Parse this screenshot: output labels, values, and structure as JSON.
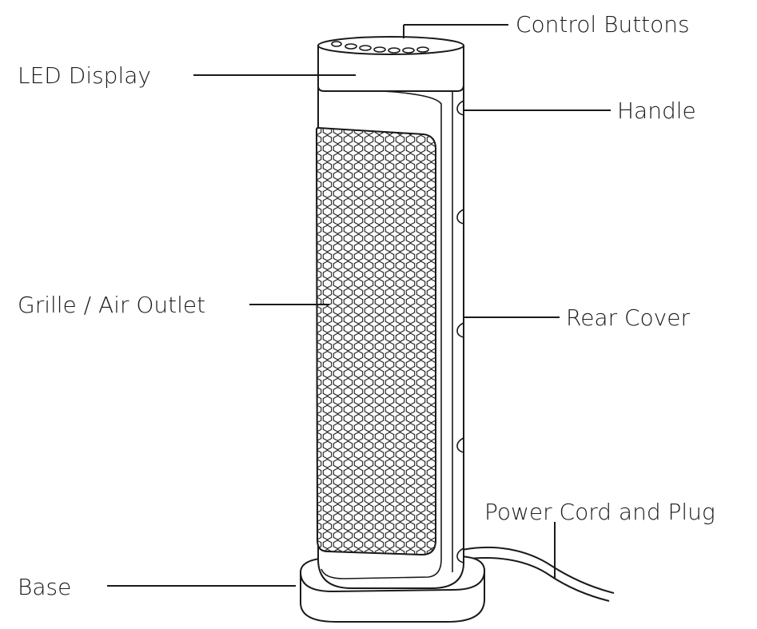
{
  "labels": {
    "control_buttons": "Control Buttons",
    "led_display": "LED Display",
    "handle": "Handle",
    "grille_air_outlet": "Grille / Air Outlet",
    "rear_cover": "Rear Cover",
    "power_cord_and_plug": "Power Cord and Plug",
    "base": "Base"
  },
  "colors": {
    "line": "#1a1a1a",
    "background": "#ffffff"
  }
}
